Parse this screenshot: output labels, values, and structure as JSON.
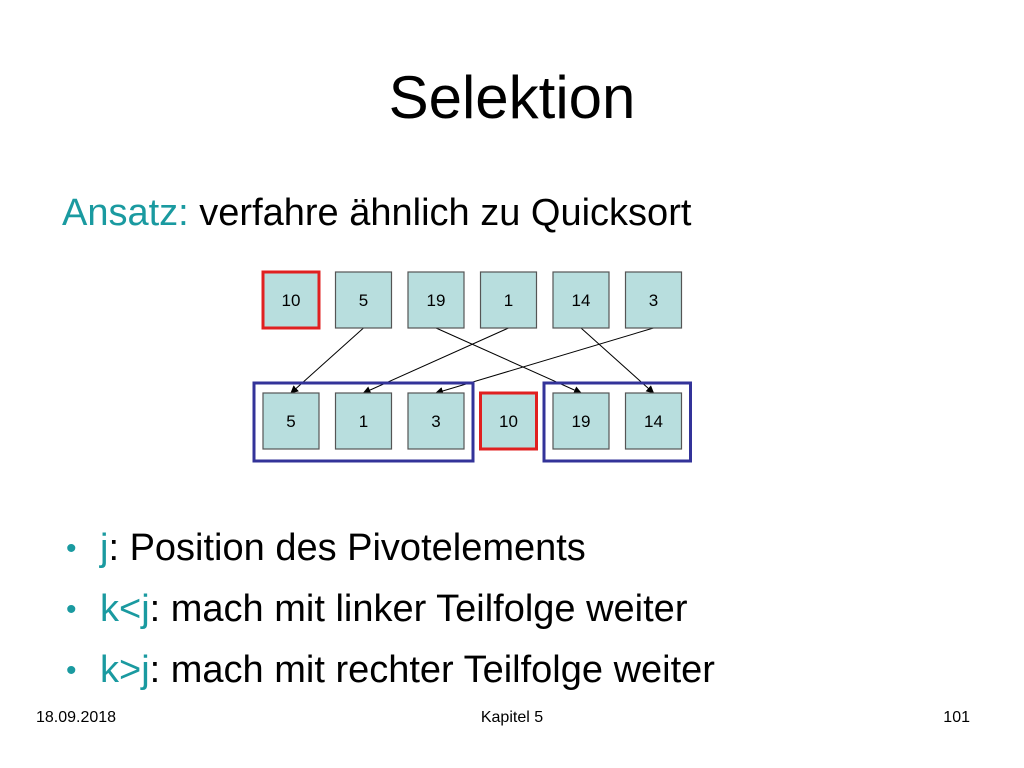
{
  "slide": {
    "title": "Selektion",
    "subtitle_label": "Ansatz:",
    "subtitle_text": " verfahre ähnlich zu Quicksort"
  },
  "diagram": {
    "top_row": [
      "10",
      "5",
      "19",
      "1",
      "14",
      "3"
    ],
    "bottom_row": [
      "5",
      "1",
      "3",
      "10",
      "19",
      "14"
    ],
    "pivot_top_index": 0,
    "pivot_bottom_index": 3,
    "arrows": [
      [
        1,
        0
      ],
      [
        3,
        1
      ],
      [
        5,
        2
      ],
      [
        2,
        4
      ],
      [
        4,
        5
      ]
    ],
    "colors": {
      "cell_fill": "#b8dede",
      "cell_stroke": "#555555",
      "pivot_stroke": "#e02020",
      "group_stroke": "#333399",
      "accent_text": "#1a9aa0"
    }
  },
  "bullets": [
    {
      "key": "j",
      "text": ": Position des Pivotelements"
    },
    {
      "key": "k<j",
      "text": ": mach mit linker Teilfolge weiter"
    },
    {
      "key": "k>j",
      "text": ": mach mit rechter Teilfolge weiter"
    }
  ],
  "footer": {
    "date": "18.09.2018",
    "chapter": "Kapitel 5",
    "page": "101"
  }
}
